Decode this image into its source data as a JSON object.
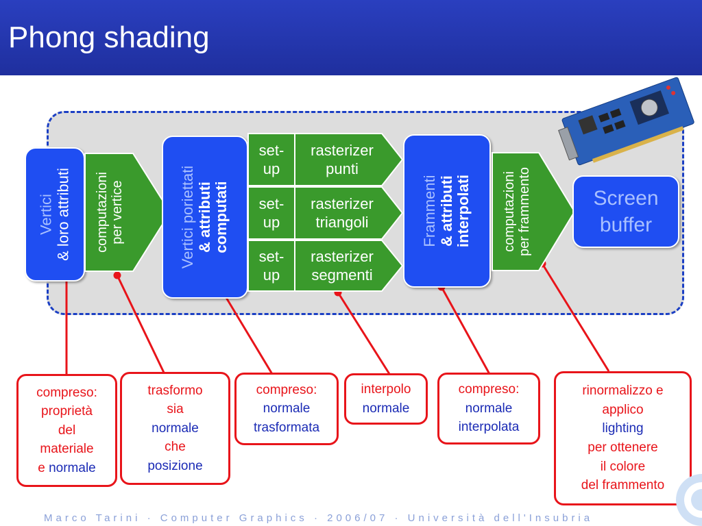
{
  "title": "Phong shading",
  "pipeline": {
    "vertici": {
      "line1": "Vertici",
      "line2": "& loro attributi"
    },
    "computazioni_vertice": {
      "line1": "computazioni",
      "line2": "per vertice"
    },
    "vertici_proiettati": {
      "line1": "Vertici poriettati",
      "line2": "& attributi",
      "line3": "computati"
    },
    "setup_label": {
      "line1": "set-",
      "line2": "up"
    },
    "rasterizers": [
      {
        "line1": "rasterizer",
        "line2": "punti"
      },
      {
        "line1": "rasterizer",
        "line2": "triangoli"
      },
      {
        "line1": "rasterizer",
        "line2": "segmenti"
      }
    ],
    "frammenti": {
      "line1": "Frammenti",
      "line2": "& attributi",
      "line3": "interpolati"
    },
    "computazioni_frammento": {
      "line1": "computazioni",
      "line2": "per frammento"
    },
    "screen_buffer": {
      "line1": "Screen",
      "line2": "buffer"
    }
  },
  "notes": {
    "materiale": [
      "compreso:",
      "proprietà",
      "del",
      "materiale",
      "e",
      "normale"
    ],
    "trasformo": [
      "trasformo",
      "sia",
      "normale",
      "che",
      "posizione"
    ],
    "trasformata": [
      "compreso:",
      "normale",
      "trasformata"
    ],
    "interpolo": [
      "interpolo",
      "normale"
    ],
    "interpolata": [
      "compreso:",
      "normale",
      "interpolata"
    ],
    "rinormalizzo": [
      "rinormalizzo e",
      "applico",
      "lighting",
      "per ottenere",
      "il colore",
      "del frammento"
    ]
  },
  "colors": {
    "title_bg": "#1f2f9e",
    "blue_box": "#1f4ef2",
    "green": "#3a9a2c",
    "red": "#e8141a",
    "dark_blue_text": "#1b2bb5"
  },
  "icons": {
    "graphics_card": "graphics-card-image"
  },
  "footer": "Marco Tarini · Computer Graphics · 2006/07 · Università dell'Insubria"
}
